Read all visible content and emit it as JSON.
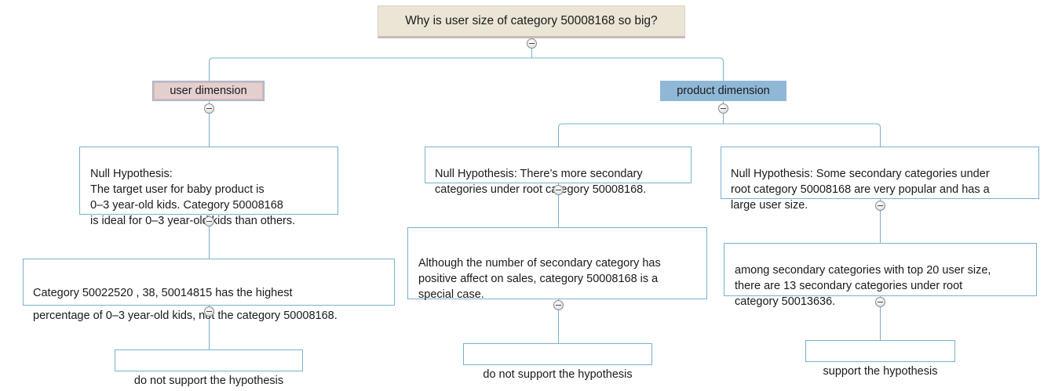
{
  "diagram": {
    "root": "Why is user size of category 50008168 so big?",
    "user_dimension": {
      "label": "user dimension",
      "hypothesis": "Null Hypothesis:\nThe target user for baby product is\n0–3 year-old kids. Category 50008168\n is ideal for 0–3 year-old kids than others.",
      "evidence": "Category 50022520 , 38, 50014815 has the highest\npercentage of 0–3 year-old kids, not the category 50008168.",
      "conclusion": "do not support the hypothesis"
    },
    "product_dimension": {
      "label": "product dimension",
      "branch_a": {
        "hypothesis": "Null Hypothesis: There’s more secondary\ncategories under root category 50008168.",
        "evidence": "Although the number of secondary category has\npositive affect on sales, category 50008168 is a\nspecial case.",
        "conclusion": "do not support the hypothesis"
      },
      "branch_b": {
        "hypothesis": "Null Hypothesis: Some secondary categories under\nroot category 50008168 are very popular and has a\nlarge user size.",
        "evidence": "among secondary categories with top 20 user size,\n there are 13 secondary categories under root\ncategory 50013636.",
        "conclusion": "support the hypothesis"
      }
    }
  },
  "colors": {
    "connector": "#79b0d2",
    "node_border": "#79b0d2",
    "root_fill": "#ebe5d6",
    "user_dimension_fill": "#e4cfcf",
    "product_dimension_fill": "#8fb8d7"
  },
  "icons": {
    "toggle": "collapse-toggle-icon"
  }
}
